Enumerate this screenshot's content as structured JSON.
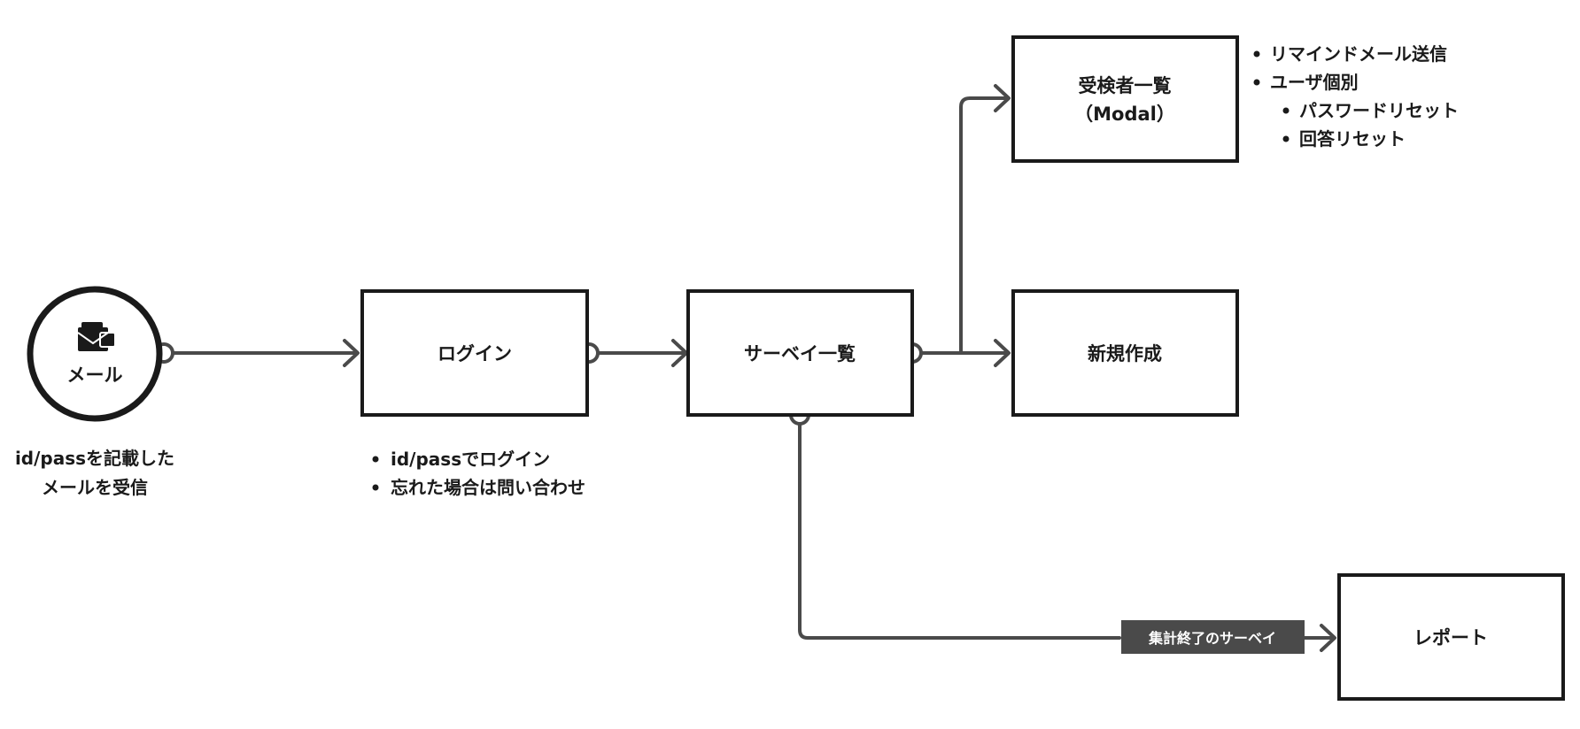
{
  "diagram": {
    "nodes": {
      "mail": {
        "label": "メール",
        "icon": "mail-icon"
      },
      "login": {
        "label": "ログイン"
      },
      "survey_list": {
        "label": "サーベイ一覧"
      },
      "examinee_list": {
        "line1": "受検者一覧",
        "line2": "（Modal）"
      },
      "new_create": {
        "label": "新規作成"
      },
      "report": {
        "label": "レポート"
      }
    },
    "notes": {
      "mail": {
        "line1": "id/passを記載した",
        "line2": "メールを受信"
      },
      "login": [
        "id/passでログイン",
        "忘れた場合は問い合わせ"
      ],
      "examinee": {
        "items": [
          "リマインドメール送信",
          "ユーザ個別"
        ],
        "subitems": [
          "パスワードリセット",
          "回答リセット"
        ]
      }
    },
    "edge_labels": {
      "finished_survey": "集計終了のサーベイ"
    },
    "colors": {
      "stroke": "#1a1a1a",
      "edge": "#4a4a4a",
      "label_bg": "#4a4a4a",
      "label_text": "#ffffff"
    }
  }
}
